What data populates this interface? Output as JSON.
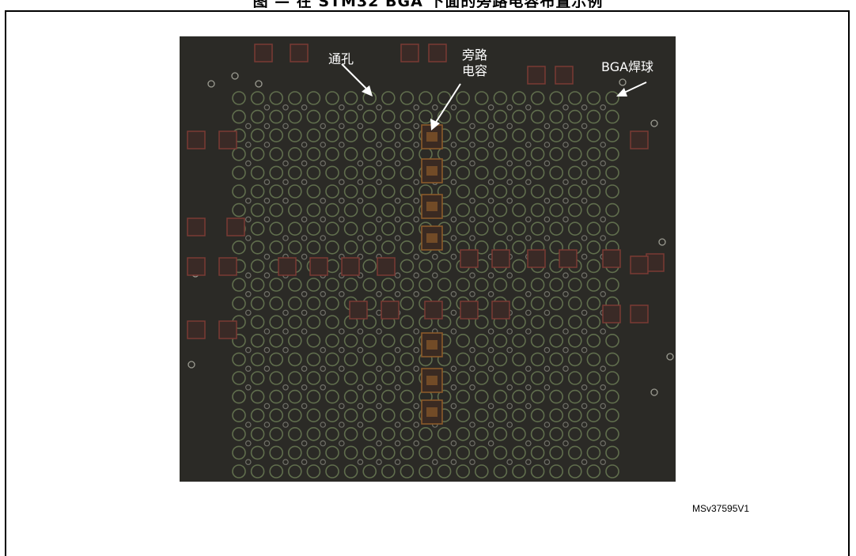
{
  "figure": {
    "title": "图 — 在 STM32 BGA 下面的旁路电容布置示例",
    "reference_id": "MSv37595V1"
  },
  "annotations": {
    "via": "通孔",
    "bypass_cap_line1": "旁路",
    "bypass_cap_line2": "电容",
    "bga_ball": "BGA焊球"
  },
  "colors": {
    "board_bg": "#2b2a26",
    "ball_ring": "#6a7a55",
    "pad_outline": "#7a3a34",
    "cap_body": "#8a5a2a",
    "annotation_text": "#ffffff"
  }
}
